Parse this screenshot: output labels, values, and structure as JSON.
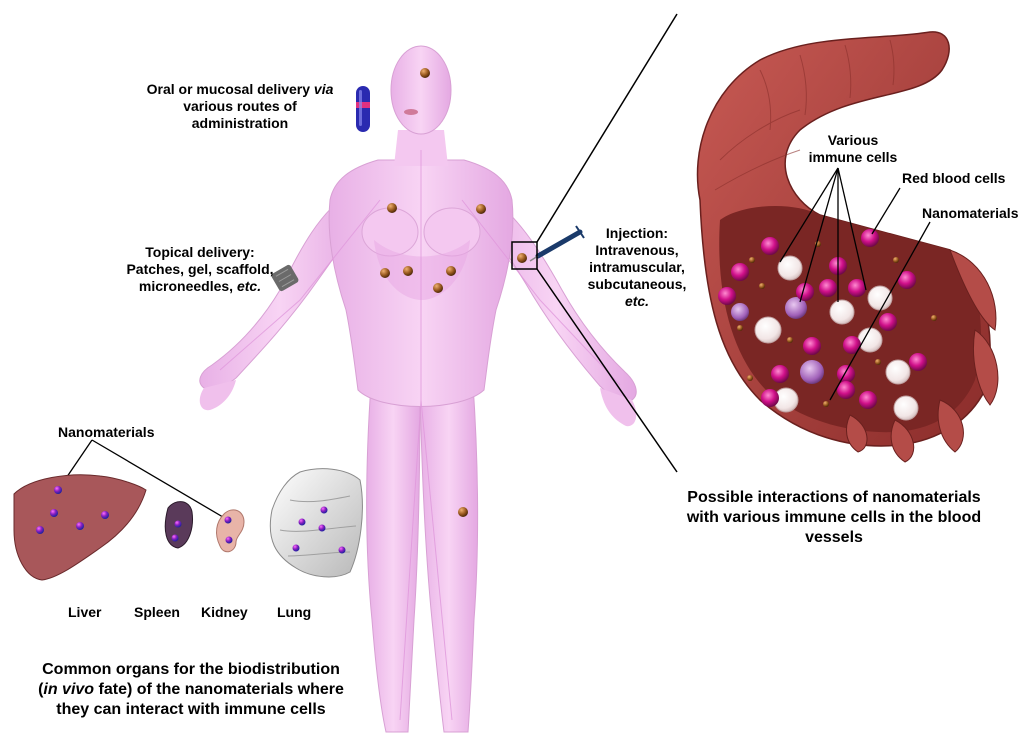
{
  "oral": {
    "line1": "Oral or mucosal delivery",
    "via": "via",
    "line2": "various routes of",
    "line3": "administration"
  },
  "topical": {
    "line1": "Topical delivery:",
    "line2": "Patches, gel, scaffold,",
    "line3a": "microneedles,",
    "line3b": "etc."
  },
  "injection": {
    "line1": "Injection:",
    "line2": "Intravenous,",
    "line3": "intramuscular,",
    "line4": "subcutaneous,",
    "line5": "etc."
  },
  "vessel": {
    "immune_line1": "Various",
    "immune_line2": "immune cells",
    "rbc": "Red blood cells",
    "nano": "Nanomaterials"
  },
  "vessel_caption": {
    "line1": "Possible interactions of nanomaterials",
    "line2": "with various immune cells in the blood",
    "line3": "vessels"
  },
  "organs": {
    "nano_label": "Nanomaterials",
    "liver": "Liver",
    "spleen": "Spleen",
    "kidney": "Kidney",
    "lung": "Lung"
  },
  "organs_caption": {
    "line1": "Common organs for the biodistribution",
    "line2a": "(",
    "line2b": "in vivo",
    "line2c": " fate) of the nanomaterials where",
    "line3": "they can interact with immune cells"
  },
  "colors": {
    "body": "#f2c4ef",
    "vessel": "#a8403c",
    "rbc": "#d01080",
    "nanoparticle": "#9a6028",
    "liver": "#a8575a",
    "capsule": "#2a2ab0"
  }
}
